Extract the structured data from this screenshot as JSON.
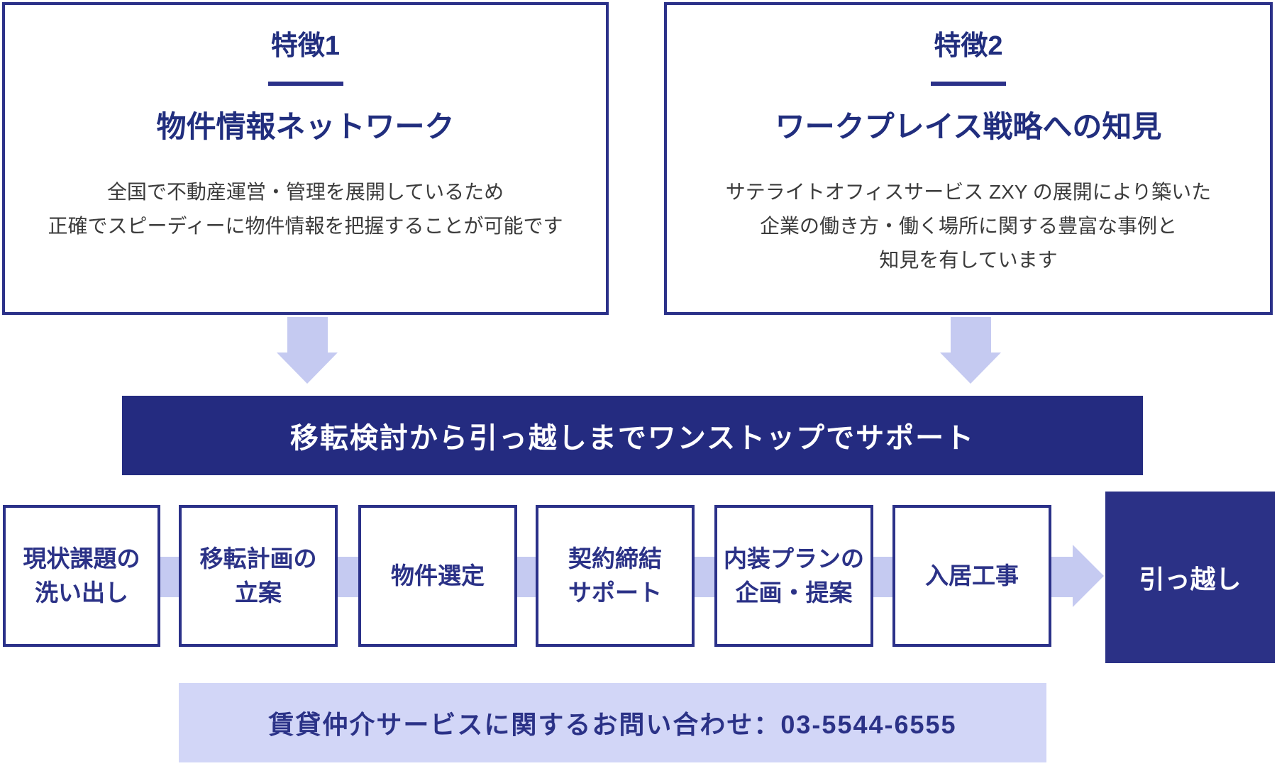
{
  "colors": {
    "navy_border": "#2b3189",
    "navy_banner_bg": "#242b80",
    "navy_final_box_bg": "#2b3186",
    "navy_text": "#212e7e",
    "process_text": "#2b3287",
    "body_text": "#3b3b3b",
    "lavender_arrow": "#c5caf1",
    "lavender_contact_bg": "#d2d6f7",
    "white": "#ffffff"
  },
  "features": [
    {
      "label": "特徴1",
      "title": "物件情報ネットワーク",
      "body": "全国で不動産運営・管理を展開しているため\n正確でスピーディーに物件情報を把握することが可能です"
    },
    {
      "label": "特徴2",
      "title": "ワークプレイス戦略への知見",
      "body": "サテライトオフィスサービス ZXY の展開により築いた\n企業の働き方・働く場所に関する豊富な事例と\n知見を有しています"
    }
  ],
  "banner": {
    "text": "移転検討から引っ越しまでワンストップでサポート"
  },
  "process": {
    "steps": [
      {
        "label": "現状課題の\n洗い出し"
      },
      {
        "label": "移転計画の\n立案"
      },
      {
        "label": "物件選定"
      },
      {
        "label": "契約締結\nサポート"
      },
      {
        "label": "内装プランの\n企画・提案"
      },
      {
        "label": "入居工事"
      }
    ],
    "final_step": {
      "label": "引っ越し"
    }
  },
  "contact": {
    "text": "賃貸仲介サービスに関するお問い合わせ：03-5544-6555"
  }
}
